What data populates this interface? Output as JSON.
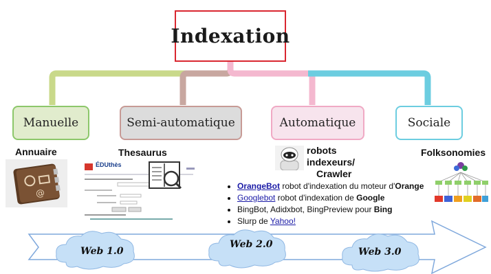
{
  "title": "Indexation",
  "colors": {
    "root_border": "#d9262f",
    "manuelle": "#c9d98a",
    "semi": "#c8a7a0",
    "automatique": "#f4b8cf",
    "sociale": "#6ccde0"
  },
  "categories": [
    {
      "label": "Manuelle"
    },
    {
      "label": "Semi-automatique"
    },
    {
      "label": "Automatique"
    },
    {
      "label": "Sociale"
    }
  ],
  "items": {
    "annuaire": "Annuaire",
    "thesaurus": "Thesaurus",
    "robots": [
      "robots",
      "indexeurs/",
      "Crawler"
    ],
    "folksonomies": "Folksonomies"
  },
  "thesaurus_logo": "ÉDUthès",
  "crawlers": [
    {
      "link": "OrangeBot",
      "text": " robot d'indexation du moteur d'",
      "bold": "Orange"
    },
    {
      "link": "Googlebot",
      "text": " robot d'indexation de ",
      "bold": "Google"
    },
    {
      "link": "",
      "text": "BingBot, Adidxbot, BingPreview pour ",
      "bold": "Bing"
    },
    {
      "link": "Yahoo!",
      "prefix": "Slurp de ",
      "text": "",
      "bold": ""
    }
  ],
  "webs": [
    "Web 1.0",
    "Web 2.0",
    "Web 3.0"
  ]
}
